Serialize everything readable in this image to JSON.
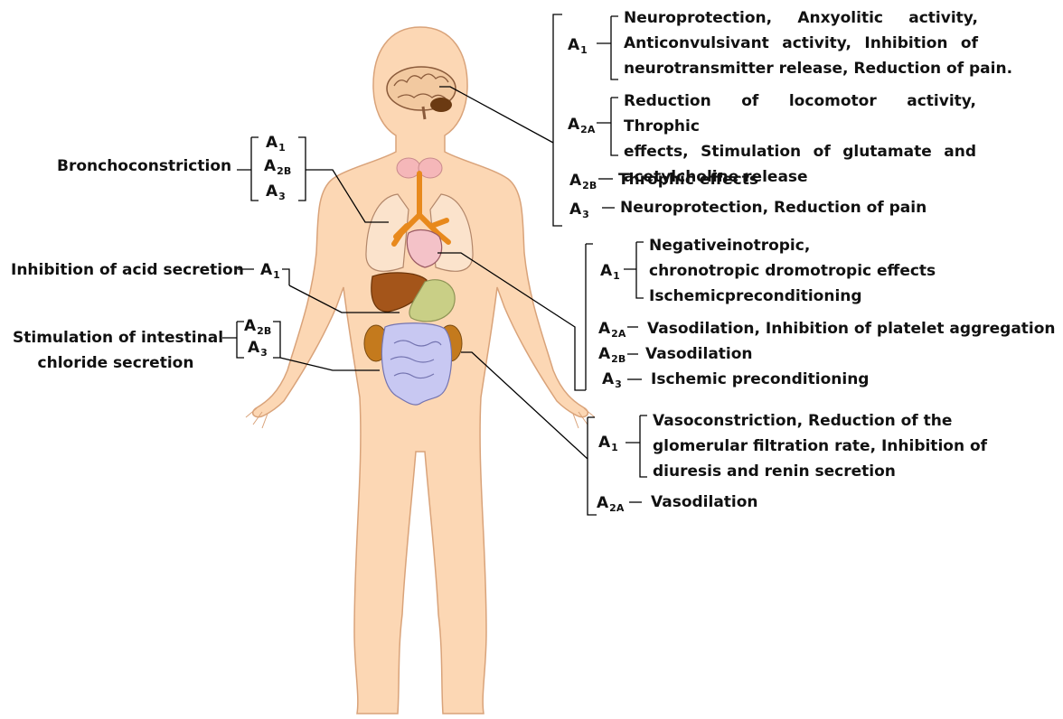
{
  "organs": {
    "brain": {
      "groups": [
        {
          "receptor": "A",
          "subscript": "1",
          "lines": [
            "Neuroprotection, Anxyolitic activity,",
            "Anticonvulsivant activity, Inhibition of",
            "neurotransmitter release, Reduction of pain."
          ]
        },
        {
          "receptor": "A",
          "subscript": "2A",
          "lines": [
            "Reduction of locomotor activity, Throphic",
            "effects, Stimulation of glutamate and",
            "acetylcholine release"
          ]
        },
        {
          "receptor": "A",
          "subscript": "2B",
          "lines": [
            "Throphic effects"
          ]
        },
        {
          "receptor": "A",
          "subscript": "3",
          "lines": [
            "Neuroprotection, Reduction of pain"
          ]
        }
      ]
    },
    "lungs": {
      "effect": "Bronchoconstriction",
      "receptors": [
        {
          "receptor": "A",
          "subscript": "1"
        },
        {
          "receptor": "A",
          "subscript": "2B"
        },
        {
          "receptor": "A",
          "subscript": "3"
        }
      ]
    },
    "stomach": {
      "effect": "Inhibition of acid secretion",
      "receptor": "A",
      "subscript": "1"
    },
    "intestine": {
      "effect_lines": [
        "Stimulation of intestinal",
        "chloride secretion"
      ],
      "receptors": [
        {
          "receptor": "A",
          "subscript": "2B"
        },
        {
          "receptor": "A",
          "subscript": "3"
        }
      ]
    },
    "heart": {
      "groups": [
        {
          "receptor": "A",
          "subscript": "1",
          "lines": [
            "Negativeinotropic,",
            "chronotropic dromotropic effects",
            "Ischemicpreconditioning"
          ]
        },
        {
          "receptor": "A",
          "subscript": "2A",
          "lines": [
            "Vasodilation, Inhibition of platelet aggregation"
          ]
        },
        {
          "receptor": "A",
          "subscript": "2B",
          "lines": [
            "Vasodilation"
          ]
        },
        {
          "receptor": "A",
          "subscript": "3",
          "lines": [
            "Ischemic preconditioning"
          ]
        }
      ]
    },
    "kidney": {
      "groups": [
        {
          "receptor": "A",
          "subscript": "1",
          "lines": [
            "Vasoconstriction, Reduction of the",
            "glomerular filtration rate, Inhibition of",
            "diuresis and renin secretion"
          ]
        },
        {
          "receptor": "A",
          "subscript": "2A",
          "lines": [
            "Vasodilation"
          ]
        }
      ]
    }
  },
  "colors": {
    "skin": "#fcd7b4",
    "skin_outline": "#d9a37a",
    "brain": "#f2c9a0",
    "airway": "#e8891c",
    "liver": "#a4551a",
    "stomach": "#c9cf86",
    "intestine": "#c8c8f2",
    "heart": "#f4c2c8",
    "thyroid": "#f5b7b9",
    "kidney": "#c47a1d"
  }
}
